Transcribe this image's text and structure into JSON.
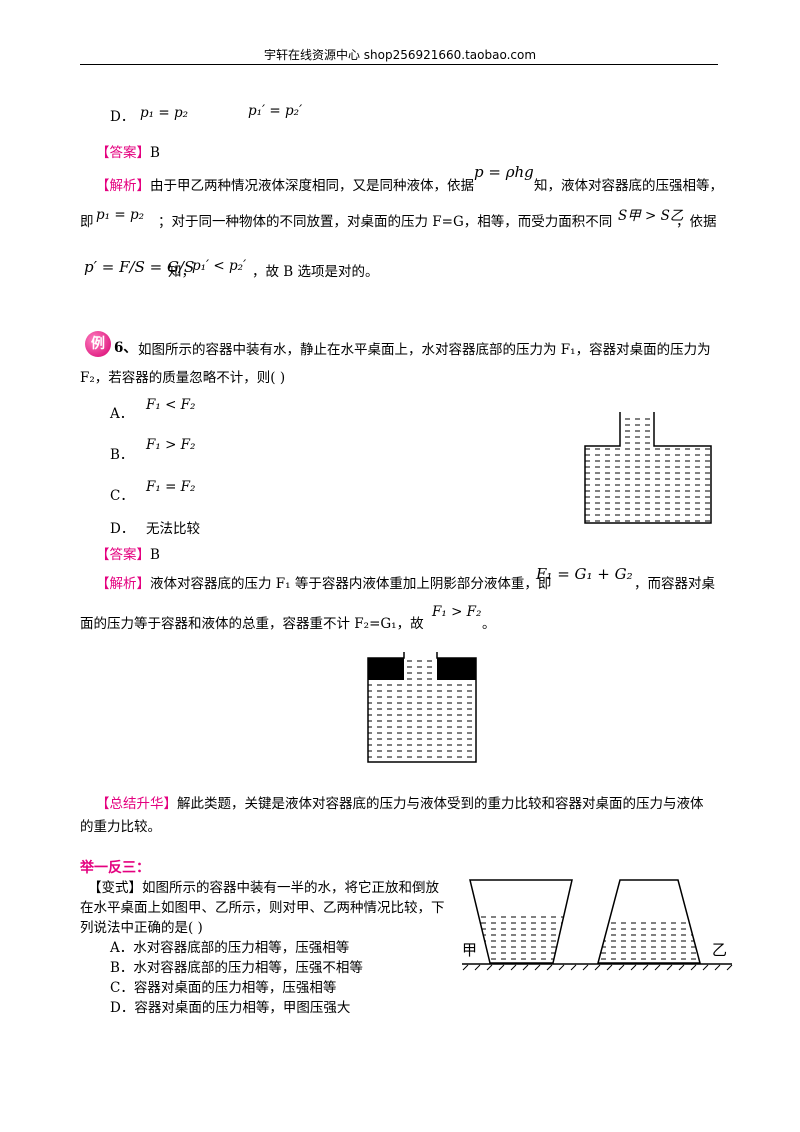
{
  "header": {
    "text": "宇轩在线资源中心   shop256921660.taobao.com"
  },
  "prev_question": {
    "option_d_label": "D．",
    "option_d_formula_1": "p₁ = p₂",
    "option_d_formula_2": "p₁′ = p₂′",
    "answer_tag": "【答案】",
    "answer_value": "B",
    "analysis_tag": "【解析】",
    "analysis_line1_a": "由于甲乙两种情况液体深度相同，又是同种液体，依据",
    "analysis_formula_1": "p = ρhg",
    "analysis_line1_b": "知，液体对容器底的压强相等，",
    "analysis_line2_a": "即",
    "analysis_formula_2": "p₁ = p₂",
    "analysis_line2_b": "；对于同一种物体的不同放置，对桌面的压力 F=G，相等，而受力面积不同",
    "analysis_formula_3": "S甲 > S乙",
    "analysis_line2_c": "，依据",
    "analysis_formula_4": "p′ = F/S = G/S",
    "analysis_line3_a": "知，",
    "analysis_formula_5": "p₁′ < p₂′",
    "analysis_line3_b": "，故 B 选项是对的。"
  },
  "example6": {
    "badge": "例",
    "number": "6、",
    "stem_line1": "如图所示的容器中装有水，静止在水平桌面上，水对容器底部的压力为 F₁，容器对桌面的压力为",
    "stem_line2": "F₂，若容器的质量忽略不计，则(      )",
    "options": [
      {
        "label": "A．",
        "formula": "F₁ < F₂"
      },
      {
        "label": "B．",
        "formula": "F₁ > F₂"
      },
      {
        "label": "C．",
        "formula": "F₁ = F₂"
      },
      {
        "label": "D．",
        "formula": "无法比较"
      }
    ],
    "answer_tag": "【答案】",
    "answer_value": "B",
    "analysis_tag": "【解析】",
    "analysis_line1_a": "液体对容器底的压力 F₁ 等于容器内液体重加上阴影部分液体重，即",
    "analysis_formula_1": "F₁ = G₁ + G₂",
    "analysis_line1_b": "，而容器对桌",
    "analysis_line2_a": "面的压力等于容器和液体的总重，容器重不计 F₂=G₁，故",
    "analysis_formula_2": "F₁ > F₂",
    "analysis_line2_b": "。",
    "summary_tag": "【总结升华】",
    "summary_line1": "解此类题，关键是液体对容器底的压力与液体受到的重力比较和容器对桌面的压力与液体",
    "summary_line2": "的重力比较。"
  },
  "practice": {
    "title": "举一反三：",
    "variant_tag": "【变式】",
    "stem_line1": "如图所示的容器中装有一半的水，将它正放和倒放",
    "stem_line2": "在水平桌面上如图甲、乙所示，则对甲、乙两种情况比较，下",
    "stem_line3": "列说法中正确的是(      )",
    "options": [
      "A．水对容器底部的压力相等，压强相等",
      "B．水对容器底部的压力相等，压强不相等",
      "C．容器对桌面的压力相等，压强相等",
      "D．容器对桌面的压力相等，甲图压强大"
    ],
    "label_jia": "甲",
    "label_yi": "乙"
  }
}
